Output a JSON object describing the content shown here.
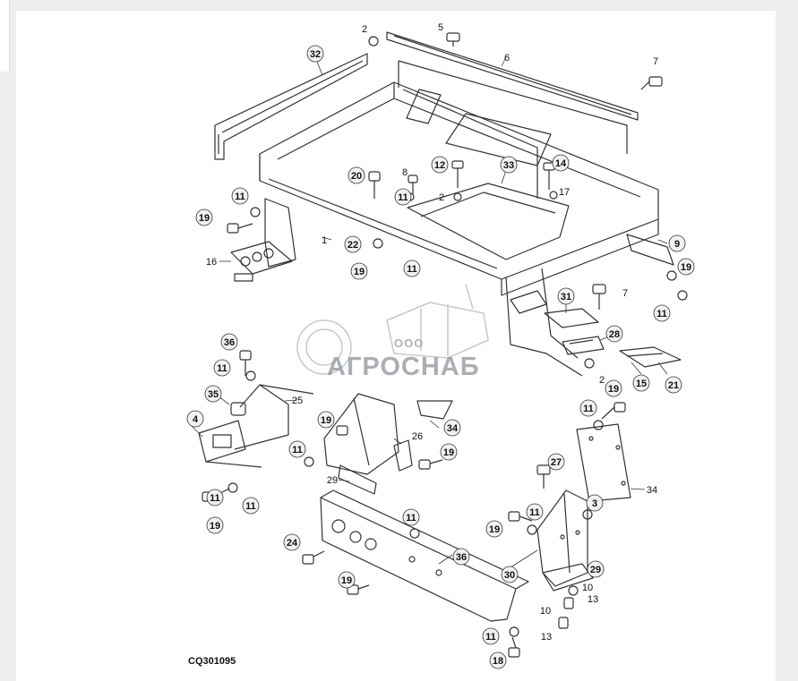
{
  "figure": {
    "code": "CQ301095",
    "watermark": {
      "prefix": "ООО",
      "name": "АГРОСНАБ"
    },
    "callouts": [
      "32",
      "2",
      "5",
      "6",
      "7",
      "12",
      "14",
      "33",
      "20",
      "8",
      "11",
      "17",
      "19",
      "22",
      "18",
      "9",
      "16",
      "31",
      "28",
      "36",
      "35",
      "25",
      "34",
      "4",
      "26",
      "29",
      "27",
      "24",
      "30",
      "3",
      "10",
      "13",
      "15",
      "21",
      "1"
    ]
  },
  "colors": {
    "line": "#333333",
    "bubble_fill": "#f2f2f2",
    "watermark": "#9aa0a6"
  }
}
